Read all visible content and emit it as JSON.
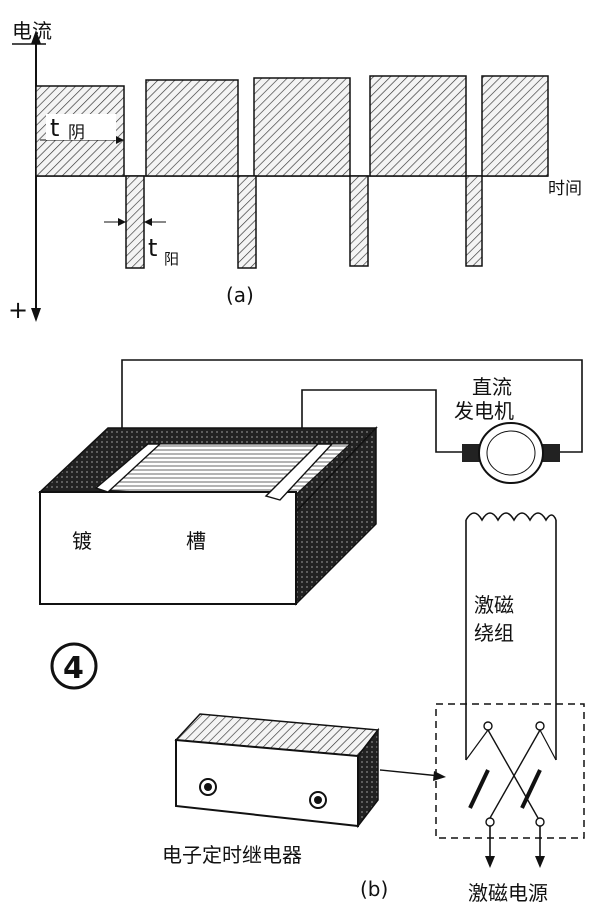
{
  "waveform": {
    "y_axis_label": "电流",
    "y_axis_plus": "+",
    "x_axis_label": "时间",
    "t_cathode": "t",
    "t_cathode_sub": "阴",
    "t_anode": "t",
    "t_anode_sub": "阳",
    "caption": "(a)"
  },
  "circuit": {
    "tank_label_1": "镀",
    "tank_label_2": "槽",
    "generator_label_line1": "直流",
    "generator_label_line2": "发电机",
    "winding_label_line1": "激磁",
    "winding_label_line2": "绕组",
    "relay_label": "电子定时继电器",
    "power_label": "激磁电源",
    "caption": "(b)",
    "figure_number": "4"
  }
}
